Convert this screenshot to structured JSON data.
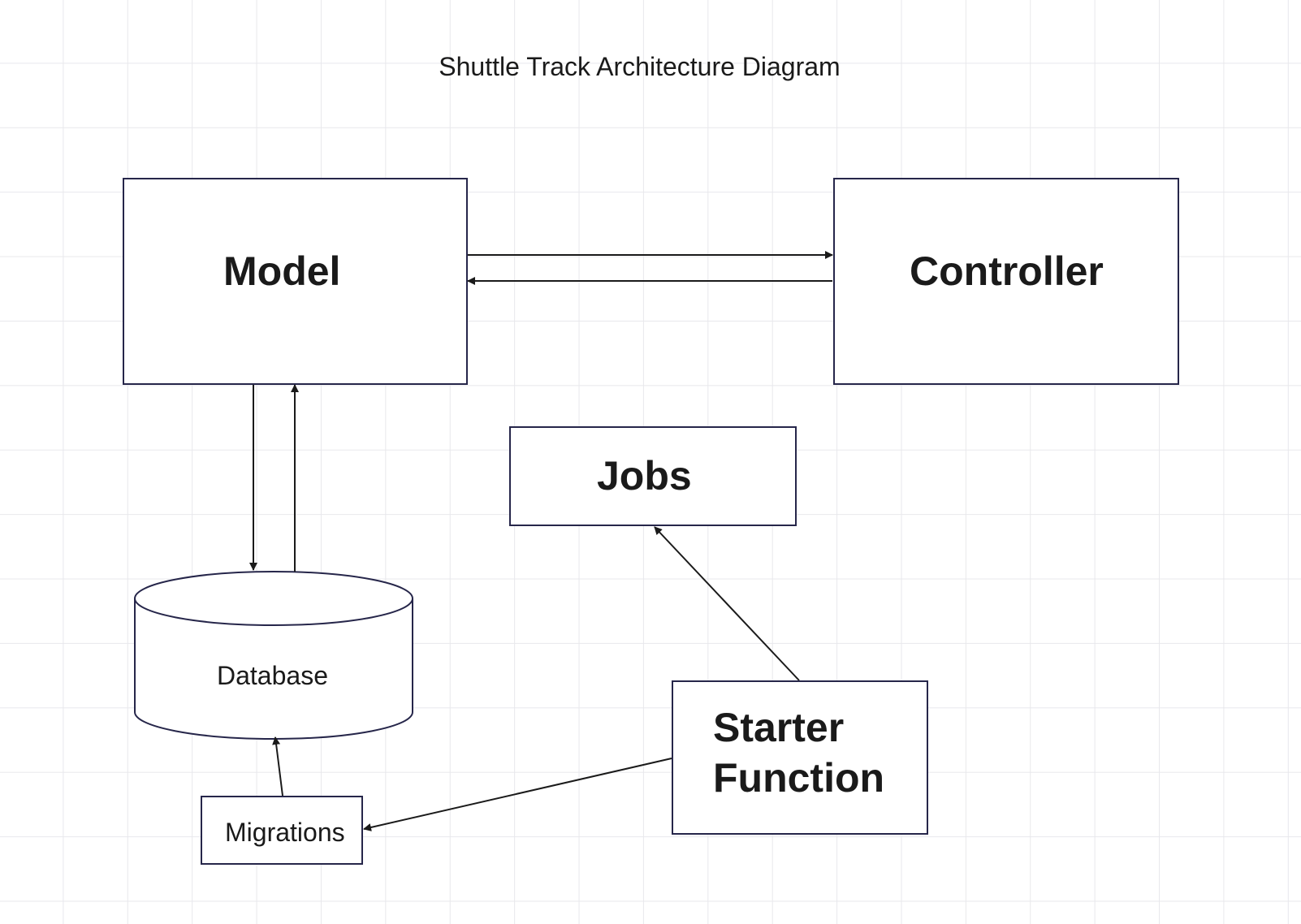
{
  "diagram": {
    "title": "Shuttle Track Architecture Diagram",
    "nodes": {
      "model": {
        "label": "Model",
        "shape": "rectangle"
      },
      "controller": {
        "label": "Controller",
        "shape": "rectangle"
      },
      "jobs": {
        "label": "Jobs",
        "shape": "rectangle"
      },
      "database": {
        "label": "Database",
        "shape": "cylinder"
      },
      "migrations": {
        "label": "Migrations",
        "shape": "rectangle"
      },
      "starter_function": {
        "label_line1": "Starter",
        "label_line2": "Function",
        "shape": "rectangle"
      }
    },
    "edges": [
      {
        "from": "model",
        "to": "controller"
      },
      {
        "from": "controller",
        "to": "model"
      },
      {
        "from": "model",
        "to": "database"
      },
      {
        "from": "database",
        "to": "model"
      },
      {
        "from": "starter_function",
        "to": "jobs"
      },
      {
        "from": "starter_function",
        "to": "migrations"
      },
      {
        "from": "migrations",
        "to": "database"
      }
    ]
  },
  "colors": {
    "node_border": "#26264a",
    "edge": "#1a1a1a",
    "grid": "#e8e8ec",
    "text": "#1a1a1a"
  }
}
